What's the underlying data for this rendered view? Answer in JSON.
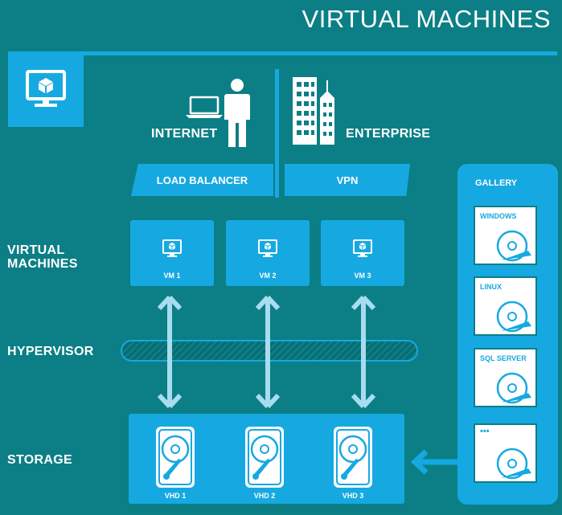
{
  "title": "VIRTUAL MACHINES",
  "labels": {
    "internet": "INTERNET",
    "enterprise": "ENTERPRISE",
    "load_balancer": "LOAD BALANCER",
    "vpn": "VPN",
    "virtual_machines_1": "VIRTUAL",
    "virtual_machines_2": "MACHINES",
    "hypervisor": "HYPERVISOR",
    "storage": "STORAGE",
    "gallery": "GALLERY"
  },
  "vms": [
    "VM 1",
    "VM 2",
    "VM 3"
  ],
  "vhds": [
    "VHD 1",
    "VHD 2",
    "VHD 3"
  ],
  "gallery_items": [
    "WINDOWS",
    "LINUX",
    "SQL SERVER",
    "•••"
  ],
  "colors": {
    "background": "#0b7f85",
    "accent": "#16a9e1",
    "arrow": "#a8dcef",
    "white": "#ffffff"
  }
}
